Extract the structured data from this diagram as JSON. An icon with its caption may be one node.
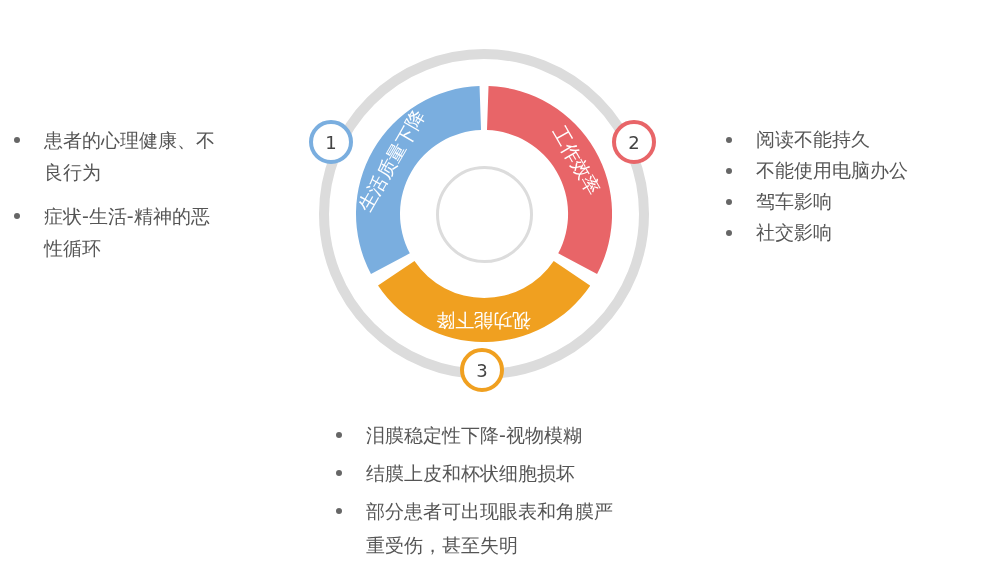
{
  "diagram": {
    "nodes": [
      {
        "text": [
          "生活质量下降"
        ]
      },
      {
        "text": [
          "工作效率"
        ]
      },
      {
        "text": [
          "视功能下降"
        ]
      },
      {
        "text": [
          "1"
        ]
      },
      {
        "text": [
          "2"
        ]
      },
      {
        "text": [
          "3"
        ]
      },
      {
        "text": [],
        "shape": "circle"
      }
    ],
    "labels": [
      "患者的心理健康、不良行为",
      "症状-生活-精神的恶性循环",
      "阅读不能持久",
      "不能使用电脑办公",
      "驾车影响",
      "社交影响",
      "泪膜稳定性下降-视物模糊",
      "结膜上皮和杯状细胞损坏",
      "部分患者可出现眼表和角膜严重受伤，甚至失明"
    ]
  }
}
